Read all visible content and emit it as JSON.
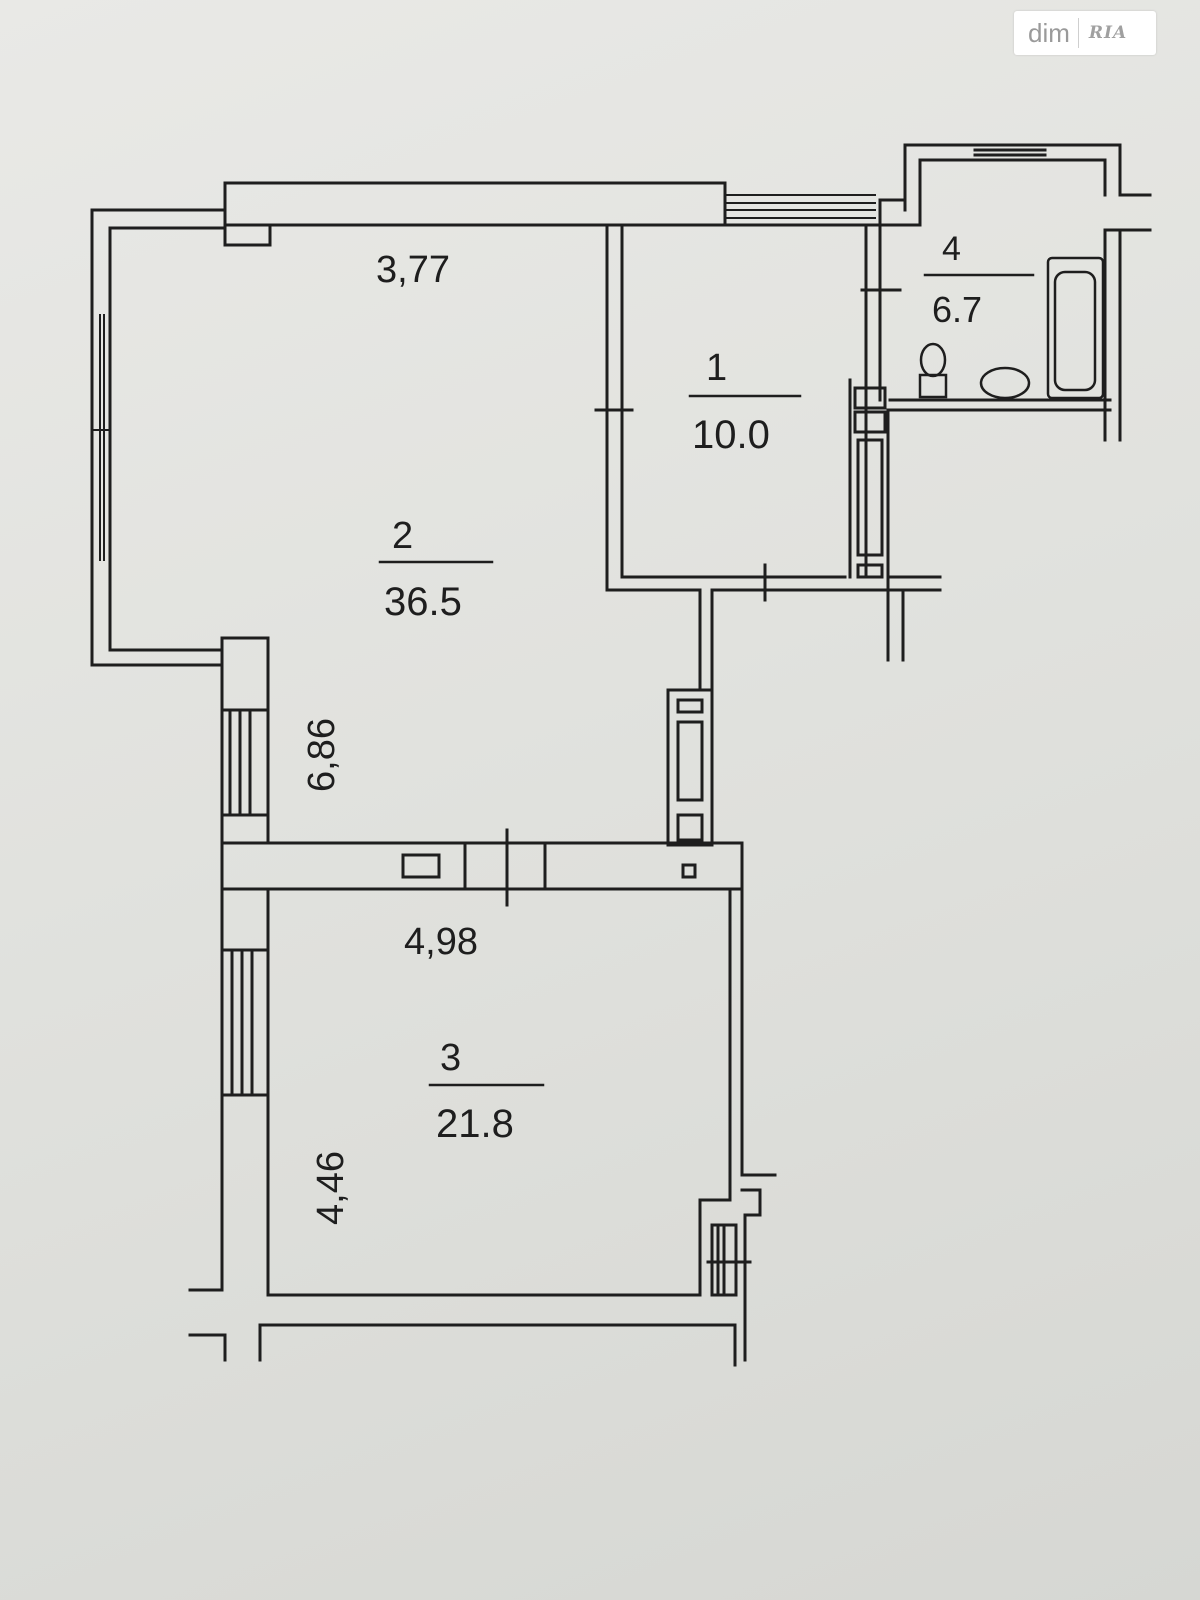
{
  "watermark": {
    "brand_text": "dim",
    "logo_text": "RIA"
  },
  "rooms": [
    {
      "number": "1",
      "area": "10.0"
    },
    {
      "number": "2",
      "area": "36.5"
    },
    {
      "number": "3",
      "area": "21.8"
    },
    {
      "number": "4",
      "area": "6.7"
    }
  ],
  "dimensions": {
    "top_width": "3,77",
    "left_height": "6,86",
    "middle_width": "4,98",
    "bottom_height": "4,46"
  },
  "colors": {
    "line": "#1e1e1e",
    "paper": "#e4e4e1"
  }
}
